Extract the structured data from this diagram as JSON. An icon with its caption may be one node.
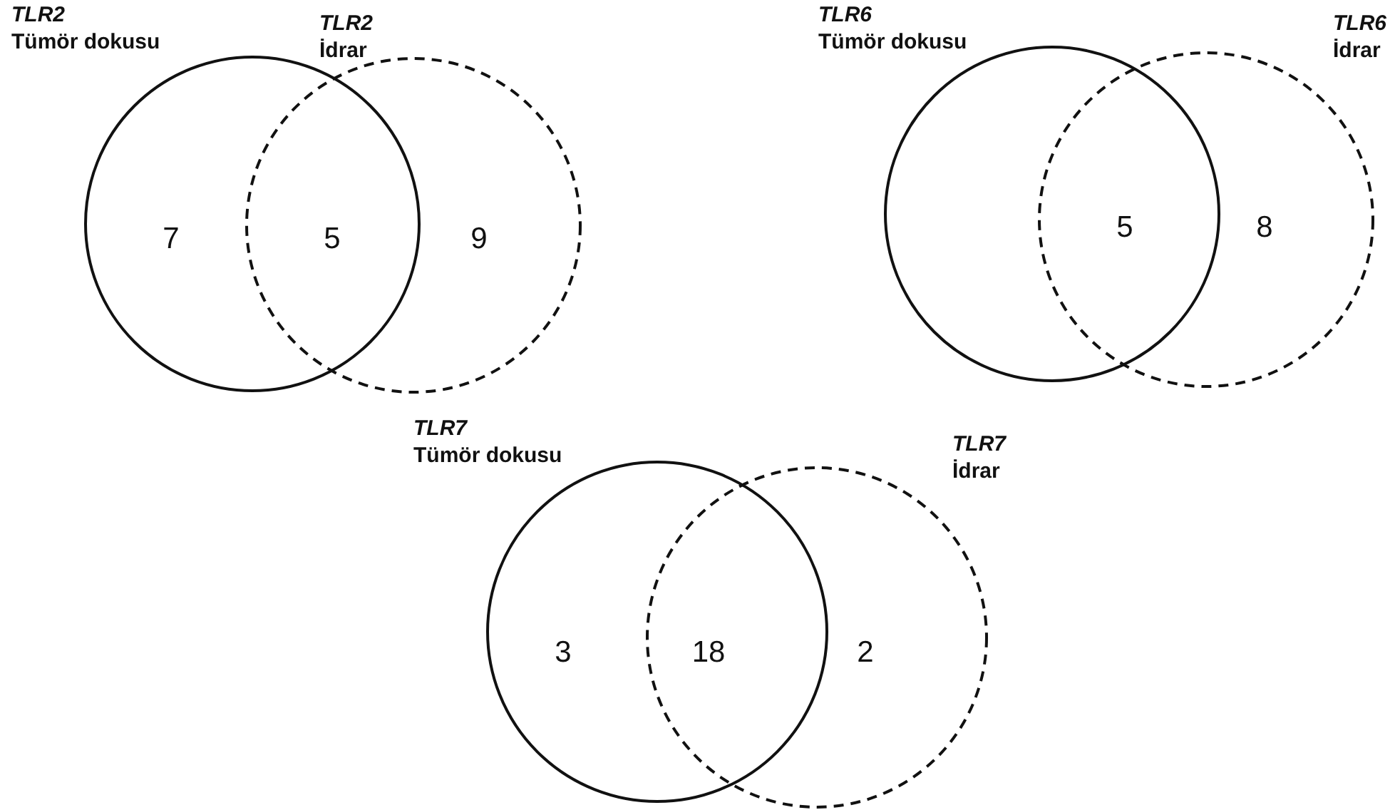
{
  "diagram": {
    "nodes": [
      {
        "text": [
          "TLR2",
          "Tümör dokusu"
        ]
      },
      {
        "text": [
          "TLR2",
          "İdrar"
        ]
      },
      {
        "text": [
          "TLR6",
          "Tümör dokusu"
        ]
      },
      {
        "text": [
          "TLR6",
          "İdrar"
        ]
      },
      {
        "text": [
          "TLR7",
          "Tümör dokusu"
        ]
      },
      {
        "text": [
          "TLR7",
          "İdrar"
        ]
      }
    ],
    "edges": [],
    "labels": [
      "7",
      "5",
      "9",
      "5",
      "8",
      "3",
      "18",
      "2"
    ]
  }
}
